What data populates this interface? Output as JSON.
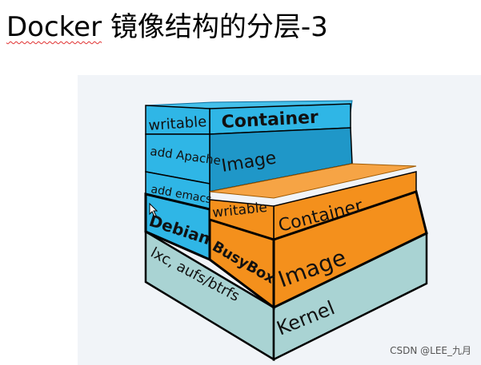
{
  "slide": {
    "title_word": "Docker",
    "title_rest": " 镜像结构的分层-3"
  },
  "colors": {
    "blue_layer": "#2fb6e6",
    "blue_dark": "#1f97c8",
    "orange_layer": "#f4901c",
    "orange_dark": "#e07a0e",
    "kernel_layer": "#a9d3d3",
    "outline": "#000000",
    "panel": "#f1f4f8"
  },
  "layers": {
    "blue_writable": "writable",
    "blue_container": "Container",
    "add_apache": "add Apache",
    "blue_image": "Image",
    "add_emacs": "add emacs",
    "debian": "Debian",
    "orange_writable": "writable",
    "orange_container": "Container",
    "busybox": "BusyBox",
    "orange_image": "Image",
    "lxc": "lxc, aufs/btrfs",
    "kernel": "Kernel"
  },
  "watermark": "CSDN @LEE_九月"
}
